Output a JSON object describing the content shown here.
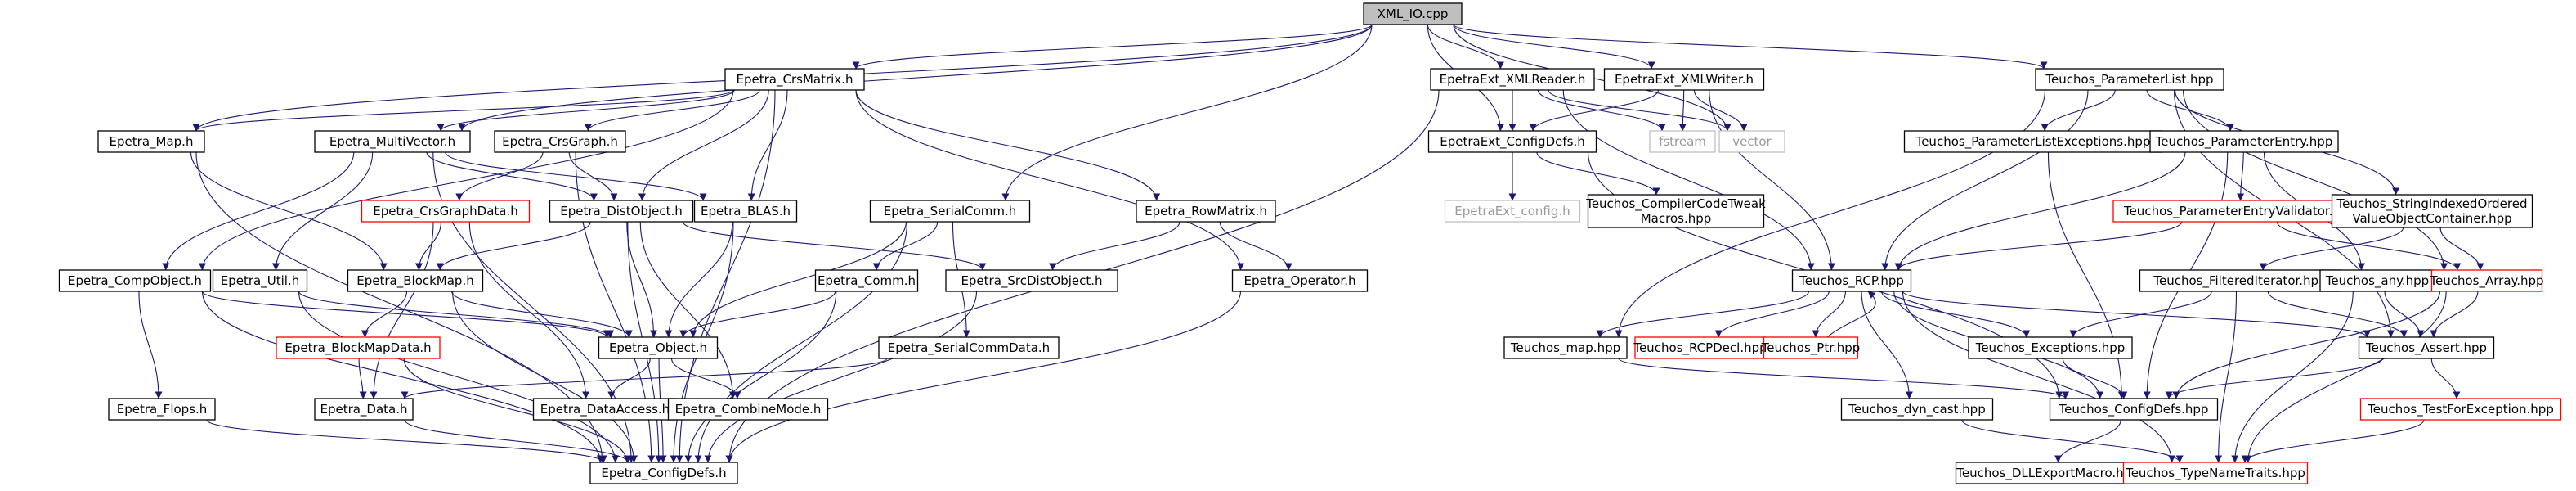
{
  "colors": {
    "edge": "#191970",
    "node_border": "#000000",
    "missing_border": "#ff0000",
    "external_border": "#bfbfbf",
    "root_fill": "#bfbfbf",
    "node_fill": "#ffffff"
  },
  "nodes": [
    {
      "id": "xml_io",
      "lines": [
        "XML_IO.cpp"
      ],
      "kind": "root"
    },
    {
      "id": "crsmatrix",
      "lines": [
        "Epetra_CrsMatrix.h"
      ],
      "kind": "normal"
    },
    {
      "id": "map",
      "lines": [
        "Epetra_Map.h"
      ],
      "kind": "normal"
    },
    {
      "id": "multivector",
      "lines": [
        "Epetra_MultiVector.h"
      ],
      "kind": "normal"
    },
    {
      "id": "crsgraph",
      "lines": [
        "Epetra_CrsGraph.h"
      ],
      "kind": "normal"
    },
    {
      "id": "crsgraphdata",
      "lines": [
        "Epetra_CrsGraphData.h"
      ],
      "kind": "missing"
    },
    {
      "id": "distobject",
      "lines": [
        "Epetra_DistObject.h"
      ],
      "kind": "normal"
    },
    {
      "id": "blas",
      "lines": [
        "Epetra_BLAS.h"
      ],
      "kind": "normal"
    },
    {
      "id": "serialcomm",
      "lines": [
        "Epetra_SerialComm.h"
      ],
      "kind": "normal"
    },
    {
      "id": "rowmatrix",
      "lines": [
        "Epetra_RowMatrix.h"
      ],
      "kind": "normal"
    },
    {
      "id": "compobject",
      "lines": [
        "Epetra_CompObject.h"
      ],
      "kind": "normal"
    },
    {
      "id": "util",
      "lines": [
        "Epetra_Util.h"
      ],
      "kind": "normal"
    },
    {
      "id": "blockmap",
      "lines": [
        "Epetra_BlockMap.h"
      ],
      "kind": "normal"
    },
    {
      "id": "comm",
      "lines": [
        "Epetra_Comm.h"
      ],
      "kind": "normal"
    },
    {
      "id": "srcdistobject",
      "lines": [
        "Epetra_SrcDistObject.h"
      ],
      "kind": "normal"
    },
    {
      "id": "operator",
      "lines": [
        "Epetra_Operator.h"
      ],
      "kind": "normal"
    },
    {
      "id": "object",
      "lines": [
        "Epetra_Object.h"
      ],
      "kind": "normal"
    },
    {
      "id": "blockmapdata",
      "lines": [
        "Epetra_BlockMapData.h"
      ],
      "kind": "missing"
    },
    {
      "id": "serialcommdata",
      "lines": [
        "Epetra_SerialCommData.h"
      ],
      "kind": "normal"
    },
    {
      "id": "flops",
      "lines": [
        "Epetra_Flops.h"
      ],
      "kind": "normal"
    },
    {
      "id": "data",
      "lines": [
        "Epetra_Data.h"
      ],
      "kind": "normal"
    },
    {
      "id": "dataaccess",
      "lines": [
        "Epetra_DataAccess.h"
      ],
      "kind": "normal"
    },
    {
      "id": "combinemode",
      "lines": [
        "Epetra_CombineMode.h"
      ],
      "kind": "normal"
    },
    {
      "id": "epetra_configdefs",
      "lines": [
        "Epetra_ConfigDefs.h"
      ],
      "kind": "normal"
    },
    {
      "id": "xmlreader",
      "lines": [
        "EpetraExt_XMLReader.h"
      ],
      "kind": "normal"
    },
    {
      "id": "xmlwriter",
      "lines": [
        "EpetraExt_XMLWriter.h"
      ],
      "kind": "normal"
    },
    {
      "id": "ext_configdefs",
      "lines": [
        "EpetraExt_ConfigDefs.h"
      ],
      "kind": "normal"
    },
    {
      "id": "fstream",
      "lines": [
        "fstream"
      ],
      "kind": "external"
    },
    {
      "id": "vector",
      "lines": [
        "vector"
      ],
      "kind": "external"
    },
    {
      "id": "ext_config",
      "lines": [
        "EpetraExt_config.h"
      ],
      "kind": "external"
    },
    {
      "id": "compilercodetweak",
      "lines": [
        "Teuchos_CompilerCodeTweak",
        "Macros.hpp"
      ],
      "kind": "normal"
    },
    {
      "id": "parameterlist",
      "lines": [
        "Teuchos_ParameterList.hpp"
      ],
      "kind": "normal"
    },
    {
      "id": "parameterlistexceptions",
      "lines": [
        "Teuchos_ParameterListExceptions.hpp"
      ],
      "kind": "normal"
    },
    {
      "id": "parameterentry",
      "lines": [
        "Teuchos_ParameterEntry.hpp"
      ],
      "kind": "normal"
    },
    {
      "id": "parameterentryvalidator",
      "lines": [
        "Teuchos_ParameterEntryValidator.hpp"
      ],
      "kind": "missing"
    },
    {
      "id": "stringindexed",
      "lines": [
        "Teuchos_StringIndexedOrdered",
        "ValueObjectContainer.hpp"
      ],
      "kind": "normal"
    },
    {
      "id": "rcp",
      "lines": [
        "Teuchos_RCP.hpp"
      ],
      "kind": "normal"
    },
    {
      "id": "filterediterator",
      "lines": [
        "Teuchos_FilteredIterator.hpp"
      ],
      "kind": "normal"
    },
    {
      "id": "any",
      "lines": [
        "Teuchos_any.hpp"
      ],
      "kind": "normal"
    },
    {
      "id": "array",
      "lines": [
        "Teuchos_Array.hpp"
      ],
      "kind": "missing"
    },
    {
      "id": "teuchos_map",
      "lines": [
        "Teuchos_map.hpp"
      ],
      "kind": "normal"
    },
    {
      "id": "rcpdecl",
      "lines": [
        "Teuchos_RCPDecl.hpp"
      ],
      "kind": "missing"
    },
    {
      "id": "ptr",
      "lines": [
        "Teuchos_Ptr.hpp"
      ],
      "kind": "missing"
    },
    {
      "id": "exceptions",
      "lines": [
        "Teuchos_Exceptions.hpp"
      ],
      "kind": "normal"
    },
    {
      "id": "assert",
      "lines": [
        "Teuchos_Assert.hpp"
      ],
      "kind": "normal"
    },
    {
      "id": "teuchos_configdefs",
      "lines": [
        "Teuchos_ConfigDefs.hpp"
      ],
      "kind": "normal"
    },
    {
      "id": "testforexception",
      "lines": [
        "Teuchos_TestForException.hpp"
      ],
      "kind": "missing"
    },
    {
      "id": "dyn_cast",
      "lines": [
        "Teuchos_dyn_cast.hpp"
      ],
      "kind": "normal"
    },
    {
      "id": "dllexport",
      "lines": [
        "Teuchos_DLLExportMacro.hpp"
      ],
      "kind": "normal"
    },
    {
      "id": "typenametraits",
      "lines": [
        "Teuchos_TypeNameTraits.hpp"
      ],
      "kind": "missing"
    }
  ],
  "edges": [
    [
      "xml_io",
      "crsmatrix"
    ],
    [
      "xml_io",
      "map"
    ],
    [
      "xml_io",
      "multivector"
    ],
    [
      "xml_io",
      "serialcomm"
    ],
    [
      "xml_io",
      "xmlreader"
    ],
    [
      "xml_io",
      "xmlwriter"
    ],
    [
      "xml_io",
      "ext_configdefs"
    ],
    [
      "xml_io",
      "vector"
    ],
    [
      "xml_io",
      "parameterlist"
    ],
    [
      "crsmatrix",
      "map"
    ],
    [
      "crsmatrix",
      "multivector"
    ],
    [
      "crsmatrix",
      "crsgraph"
    ],
    [
      "crsmatrix",
      "distobject"
    ],
    [
      "crsmatrix",
      "blas"
    ],
    [
      "crsmatrix",
      "rowmatrix"
    ],
    [
      "crsmatrix",
      "compobject"
    ],
    [
      "crsmatrix",
      "operator"
    ],
    [
      "crsmatrix",
      "epetra_configdefs"
    ],
    [
      "map",
      "blockmap"
    ],
    [
      "map",
      "epetra_configdefs"
    ],
    [
      "multivector",
      "distobject"
    ],
    [
      "multivector",
      "blas"
    ],
    [
      "multivector",
      "compobject"
    ],
    [
      "multivector",
      "util"
    ],
    [
      "multivector",
      "epetra_configdefs"
    ],
    [
      "crsgraph",
      "crsgraphdata"
    ],
    [
      "crsgraph",
      "distobject"
    ],
    [
      "crsgraph",
      "epetra_configdefs"
    ],
    [
      "crsgraphdata",
      "blockmap"
    ],
    [
      "crsgraphdata",
      "data"
    ],
    [
      "crsgraphdata",
      "dataaccess"
    ],
    [
      "distobject",
      "blockmap"
    ],
    [
      "distobject",
      "srcdistobject"
    ],
    [
      "distobject",
      "object"
    ],
    [
      "distobject",
      "combinemode"
    ],
    [
      "distobject",
      "epetra_configdefs"
    ],
    [
      "blas",
      "object"
    ],
    [
      "blas",
      "epetra_configdefs"
    ],
    [
      "serialcomm",
      "comm"
    ],
    [
      "serialcomm",
      "object"
    ],
    [
      "serialcomm",
      "serialcommdata"
    ],
    [
      "serialcomm",
      "epetra_configdefs"
    ],
    [
      "rowmatrix",
      "srcdistobject"
    ],
    [
      "rowmatrix",
      "operator"
    ],
    [
      "compobject",
      "flops"
    ],
    [
      "compobject",
      "object"
    ],
    [
      "compobject",
      "epetra_configdefs"
    ],
    [
      "util",
      "object"
    ],
    [
      "util",
      "epetra_configdefs"
    ],
    [
      "blockmap",
      "blockmapdata"
    ],
    [
      "blockmap",
      "object"
    ],
    [
      "blockmap",
      "epetra_configdefs"
    ],
    [
      "comm",
      "object"
    ],
    [
      "comm",
      "epetra_configdefs"
    ],
    [
      "srcdistobject",
      "epetra_configdefs"
    ],
    [
      "operator",
      "epetra_configdefs"
    ],
    [
      "object",
      "dataaccess"
    ],
    [
      "object",
      "combinemode"
    ],
    [
      "object",
      "epetra_configdefs"
    ],
    [
      "blockmapdata",
      "data"
    ],
    [
      "blockmapdata",
      "epetra_configdefs"
    ],
    [
      "serialcommdata",
      "data"
    ],
    [
      "flops",
      "epetra_configdefs"
    ],
    [
      "data",
      "epetra_configdefs"
    ],
    [
      "xmlreader",
      "ext_configdefs"
    ],
    [
      "xmlreader",
      "fstream"
    ],
    [
      "xmlreader",
      "vector"
    ],
    [
      "xmlreader",
      "rcp"
    ],
    [
      "xmlreader",
      "epetra_configdefs"
    ],
    [
      "xmlwriter",
      "ext_configdefs"
    ],
    [
      "xmlwriter",
      "fstream"
    ],
    [
      "xmlwriter",
      "vector"
    ],
    [
      "xmlwriter",
      "rcp"
    ],
    [
      "ext_configdefs",
      "ext_config"
    ],
    [
      "ext_configdefs",
      "compilercodetweak"
    ],
    [
      "ext_configdefs",
      "teuchos_configdefs"
    ],
    [
      "parameterlist",
      "parameterlistexceptions"
    ],
    [
      "parameterlist",
      "parameterentry"
    ],
    [
      "parameterlist",
      "stringindexed"
    ],
    [
      "parameterlist",
      "teuchos_map"
    ],
    [
      "parameterlist",
      "rcp"
    ],
    [
      "parameterlist",
      "array"
    ],
    [
      "parameterlist",
      "assert"
    ],
    [
      "parameterlistexceptions",
      "teuchos_configdefs"
    ],
    [
      "parameterentry",
      "parameterentryvalidator"
    ],
    [
      "parameterentry",
      "rcp"
    ],
    [
      "parameterentry",
      "any"
    ],
    [
      "parameterentry",
      "teuchos_configdefs"
    ],
    [
      "parameterentryvalidator",
      "rcp"
    ],
    [
      "parameterentryvalidator",
      "array"
    ],
    [
      "stringindexed",
      "filterediterator"
    ],
    [
      "stringindexed",
      "array"
    ],
    [
      "filterediterator",
      "exceptions"
    ],
    [
      "filterediterator",
      "assert"
    ],
    [
      "filterediterator",
      "typenametraits"
    ],
    [
      "any",
      "assert"
    ],
    [
      "any",
      "typenametraits"
    ],
    [
      "array",
      "assert"
    ],
    [
      "array",
      "teuchos_configdefs"
    ],
    [
      "array",
      "typenametraits"
    ],
    [
      "rcp",
      "teuchos_map"
    ],
    [
      "rcp",
      "rcpdecl"
    ],
    [
      "rcp",
      "ptr"
    ],
    [
      "rcp",
      "exceptions"
    ],
    [
      "rcp",
      "assert"
    ],
    [
      "rcp",
      "dyn_cast"
    ],
    [
      "rcp",
      "typenametraits"
    ],
    [
      "rcp",
      "teuchos_configdefs"
    ],
    [
      "ptr",
      "rcp"
    ],
    [
      "teuchos_map",
      "teuchos_configdefs"
    ],
    [
      "exceptions",
      "teuchos_configdefs"
    ],
    [
      "assert",
      "testforexception"
    ],
    [
      "assert",
      "teuchos_configdefs"
    ],
    [
      "testforexception",
      "typenametraits"
    ],
    [
      "dyn_cast",
      "typenametraits"
    ],
    [
      "teuchos_configdefs",
      "dllexport"
    ]
  ]
}
